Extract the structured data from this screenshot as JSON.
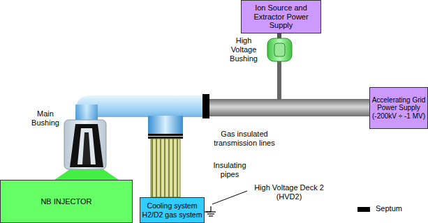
{
  "diagram": {
    "nodes": [
      {
        "text": [
          "NB INJECTOR"
        ]
      },
      {
        "text": [
          "Ion Source and Extractor Power Supply"
        ]
      },
      {
        "text": [
          "Accelerating Grid Power Supply (-200kV ÷ -1 MV)"
        ]
      },
      {
        "text": [
          "Cooling system H2/D2 gas system"
        ]
      }
    ],
    "labels": [
      "Main Bushing",
      "High Voltage Bushing",
      "Gas insulated transmission lines",
      "Insulating pipes",
      "High Voltage Deck 2 (HVD2)"
    ],
    "legend": [
      {
        "text": "Septum",
        "color": "#000000"
      }
    ]
  }
}
